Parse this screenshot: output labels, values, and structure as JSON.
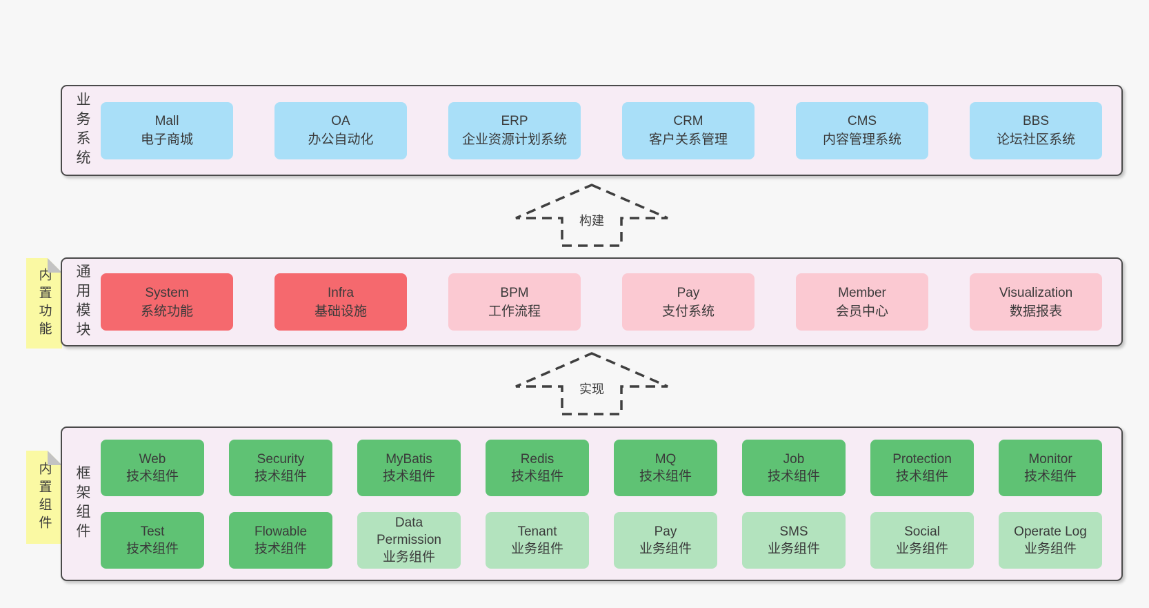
{
  "colors": {
    "page-bg": "#f7f7f7",
    "panel-bg": "#f7ecf5",
    "border": "#4a4a4a",
    "text": "#3a3a3a",
    "blue": "#a9dff8",
    "red": "#f5696e",
    "pink": "#fbc9d2",
    "green-dark": "#5fc274",
    "green-light": "#b3e3be",
    "yellow": "#faf9a3",
    "fold": "#c3c3c3"
  },
  "business": {
    "label": "业务系统",
    "boxes": [
      {
        "title": "Mall",
        "subtitle": "电子商城"
      },
      {
        "title": "OA",
        "subtitle": "办公自动化"
      },
      {
        "title": "ERP",
        "subtitle": "企业资源计划系统"
      },
      {
        "title": "CRM",
        "subtitle": "客户关系管理"
      },
      {
        "title": "CMS",
        "subtitle": "内容管理系统"
      },
      {
        "title": "BBS",
        "subtitle": "论坛社区系统"
      }
    ]
  },
  "arrows": {
    "build": "构建",
    "implement": "实现"
  },
  "common": {
    "sticky": "内置功能",
    "label": "通用模块",
    "boxes": [
      {
        "title": "System",
        "subtitle": "系统功能"
      },
      {
        "title": "Infra",
        "subtitle": "基础设施"
      },
      {
        "title": "BPM",
        "subtitle": "工作流程"
      },
      {
        "title": "Pay",
        "subtitle": "支付系统"
      },
      {
        "title": "Member",
        "subtitle": "会员中心"
      },
      {
        "title": "Visualization",
        "subtitle": "数据报表"
      }
    ]
  },
  "framework": {
    "sticky": "内置组件",
    "label": "框架组件",
    "row1": [
      {
        "title": "Web",
        "subtitle": "技术组件"
      },
      {
        "title": "Security",
        "subtitle": "技术组件"
      },
      {
        "title": "MyBatis",
        "subtitle": "技术组件"
      },
      {
        "title": "Redis",
        "subtitle": "技术组件"
      },
      {
        "title": "MQ",
        "subtitle": "技术组件"
      },
      {
        "title": "Job",
        "subtitle": "技术组件"
      },
      {
        "title": "Protection",
        "subtitle": "技术组件"
      },
      {
        "title": "Monitor",
        "subtitle": "技术组件"
      }
    ],
    "row2": [
      {
        "title": "Test",
        "subtitle": "技术组件"
      },
      {
        "title": "Flowable",
        "subtitle": "技术组件"
      },
      {
        "title": "Data Permission",
        "subtitle": "业务组件"
      },
      {
        "title": "Tenant",
        "subtitle": "业务组件"
      },
      {
        "title": "Pay",
        "subtitle": "业务组件"
      },
      {
        "title": "SMS",
        "subtitle": "业务组件"
      },
      {
        "title": "Social",
        "subtitle": "业务组件"
      },
      {
        "title": "Operate Log",
        "subtitle": "业务组件"
      }
    ]
  }
}
